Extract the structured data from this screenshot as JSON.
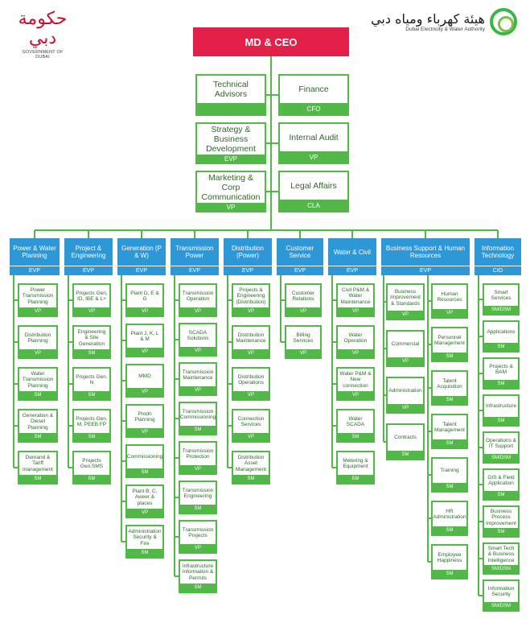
{
  "header": {
    "gov_logo_ar": "حكومة دبي",
    "gov_logo_en": "GOVERNMENT OF DUBAI",
    "dewa_logo_ar": "هيئة كهرباء ومياه دبي",
    "dewa_logo_en": "Dubai Electricity & Water Authority"
  },
  "ceo": {
    "title": "MD & CEO"
  },
  "top_units": [
    {
      "name": "Technical Advisors",
      "tag": ""
    },
    {
      "name": "Finance",
      "tag": "CFO"
    },
    {
      "name": "Strategy & Business Development",
      "tag": "EVP"
    },
    {
      "name": "Internal Audit",
      "tag": "VP"
    },
    {
      "name": "Marketing & Corp Communication",
      "tag": "VP"
    },
    {
      "name": "Legal Affairs",
      "tag": "CLA"
    }
  ],
  "divisions": [
    {
      "name": "Power & Water Planning",
      "tag": "EVP",
      "units": [
        {
          "name": "Power Transmission Planning",
          "tag": "VP"
        },
        {
          "name": "Distribution Planning",
          "tag": "VP"
        },
        {
          "name": "Water Transmission Planning",
          "tag": "SM"
        },
        {
          "name": "Generation & Diesel Planning",
          "tag": "SM"
        },
        {
          "name": "Demand & Tariff management",
          "tag": "SM"
        }
      ]
    },
    {
      "name": "Project & Engineering",
      "tag": "EVP",
      "units": [
        {
          "name": "Projects Gen, ID, IBE & L+",
          "tag": "VP"
        },
        {
          "name": "Engineering & Site Generation",
          "tag": "SM"
        },
        {
          "name": "Projects Gen. N",
          "tag": "SM"
        },
        {
          "name": "Projects Gen. M, PEEB FP",
          "tag": "SM"
        },
        {
          "name": "Projects Gen.SMS",
          "tag": "SM"
        }
      ]
    },
    {
      "name": "Generation (P & W)",
      "tag": "EVP",
      "units": [
        {
          "name": "Plant D, E & G",
          "tag": "VP"
        },
        {
          "name": "Plant J, K, L & M",
          "tag": "VP"
        },
        {
          "name": "MMD",
          "tag": "VP"
        },
        {
          "name": "Prodn Planning",
          "tag": "VP"
        },
        {
          "name": "Commissioning",
          "tag": "SM"
        },
        {
          "name": "Plant B, C, Aweer & places",
          "tag": "VP"
        },
        {
          "name": "Administration Security & Fire",
          "tag": "SM"
        }
      ]
    },
    {
      "name": "Transmission Power",
      "tag": "EVP",
      "units": [
        {
          "name": "Transmission Operation",
          "tag": "VP"
        },
        {
          "name": "SCADA Solutions",
          "tag": "VP"
        },
        {
          "name": "Transmission Maintenance",
          "tag": "VP"
        },
        {
          "name": "Transmission Commissioning",
          "tag": "SM"
        },
        {
          "name": "Transmission Protection",
          "tag": "VP"
        },
        {
          "name": "Transmission Engineering",
          "tag": "SM"
        },
        {
          "name": "Transmission Projects",
          "tag": "VP"
        },
        {
          "name": "Infrastructure Information & Permits",
          "tag": "SM"
        }
      ]
    },
    {
      "name": "Distribution (Power)",
      "tag": "EVP",
      "units": [
        {
          "name": "Projects & Engineering (Distribution)",
          "tag": "VP"
        },
        {
          "name": "Distribution Maintenance",
          "tag": "VP"
        },
        {
          "name": "Distribution Operations",
          "tag": "VP"
        },
        {
          "name": "Connection Services",
          "tag": "VP"
        },
        {
          "name": "Distribution Asset Management",
          "tag": "SM"
        }
      ]
    },
    {
      "name": "Customer Service",
      "tag": "EVP",
      "units": [
        {
          "name": "Customer Relations",
          "tag": "VP"
        },
        {
          "name": "Billing Services",
          "tag": "VP"
        }
      ]
    },
    {
      "name": "Water & Civil",
      "tag": "EVP",
      "units": [
        {
          "name": "Civil P&M & Water Maintenance",
          "tag": "VP"
        },
        {
          "name": "Water Operation",
          "tag": "VP"
        },
        {
          "name": "Water P&M & New connection",
          "tag": "VP"
        },
        {
          "name": "Water SCADA",
          "tag": "SM"
        },
        {
          "name": "Metering & Equipment",
          "tag": "SM"
        }
      ]
    },
    {
      "name": "Business Support & Human Resources",
      "tag": "EVP",
      "units_left": [
        {
          "name": "Business Improvement & Standards",
          "tag": "VP"
        },
        {
          "name": "Commercial",
          "tag": "VP"
        },
        {
          "name": "Administration",
          "tag": "VP"
        },
        {
          "name": "Contracts",
          "tag": "SM"
        }
      ],
      "units_right": [
        {
          "name": "Human Resources",
          "tag": "VP"
        },
        {
          "name": "Personnel Management",
          "tag": "SM"
        },
        {
          "name": "Talent Acquisition",
          "tag": "SM"
        },
        {
          "name": "Talent Management",
          "tag": "SM"
        },
        {
          "name": "Training",
          "tag": "SM"
        },
        {
          "name": "HR Administration",
          "tag": "SM"
        },
        {
          "name": "Employee Happiness",
          "tag": "SM"
        }
      ]
    },
    {
      "name": "Information Technology",
      "tag": "CIO",
      "units": [
        {
          "name": "Smart Services",
          "tag": "SM/DSM"
        },
        {
          "name": "Applications",
          "tag": "SM"
        },
        {
          "name": "Projects & BAM",
          "tag": "SM"
        },
        {
          "name": "Infrastructure",
          "tag": "SM"
        },
        {
          "name": "Operations & IT Support",
          "tag": "SM/DSM"
        },
        {
          "name": "GIS & Field Application",
          "tag": "SM"
        },
        {
          "name": "Business Process Improvement",
          "tag": "SM"
        },
        {
          "name": "Smart Tech & Business Intelligence",
          "tag": "SM/DSM"
        },
        {
          "name": "Information Security",
          "tag": "SM/DSM"
        }
      ]
    }
  ]
}
